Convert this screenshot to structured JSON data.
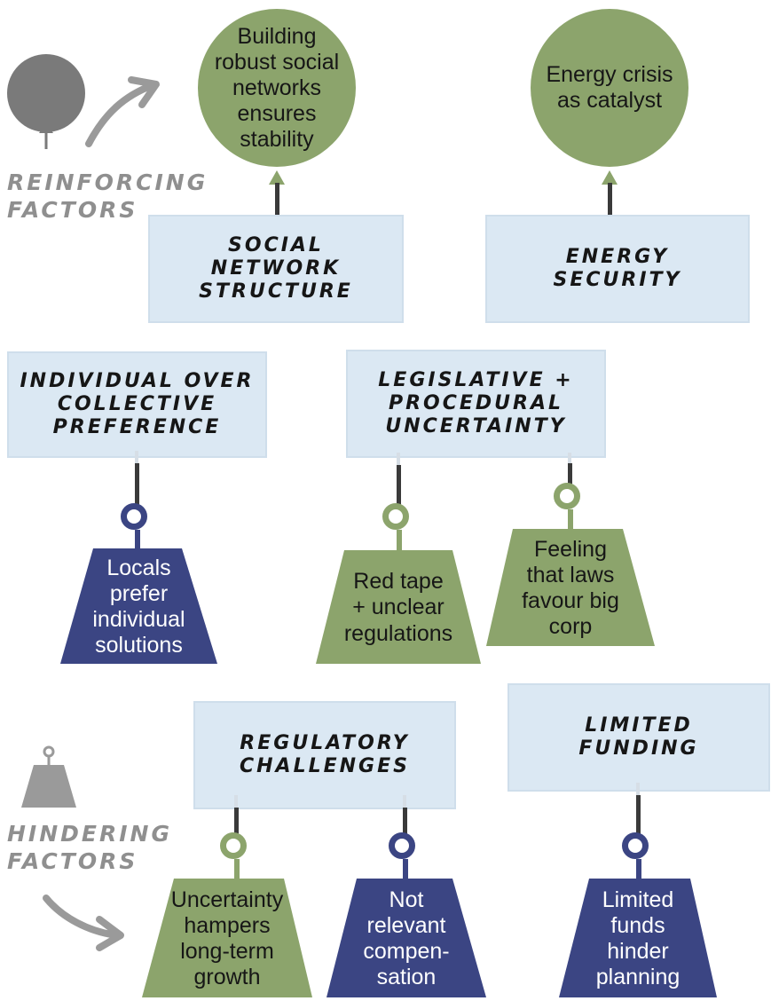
{
  "legend": {
    "reinforcing": {
      "line1": "REINFORCING",
      "line2": "FACTORS"
    },
    "hindering": {
      "line1": "HINDERING",
      "line2": "FACTORS"
    }
  },
  "reinforcing": [
    {
      "panel": [
        "SOCIAL",
        "NETWORK",
        "STRUCTURE"
      ],
      "balloon": [
        "Building",
        "robust social",
        "networks",
        "ensures",
        "stability"
      ]
    },
    {
      "panel": [
        "ENERGY",
        "SECURITY"
      ],
      "balloon": [
        "Energy crisis",
        "as catalyst"
      ]
    }
  ],
  "hindering_upper": [
    {
      "panel": [
        "INDIVIDUAL OVER",
        "COLLECTIVE",
        "PREFERENCE"
      ],
      "weights": [
        {
          "text": [
            "Locals",
            "prefer",
            "individual",
            "solutions"
          ],
          "color": "navy"
        }
      ]
    },
    {
      "panel": [
        "LEGISLATIVE +",
        "PROCEDURAL",
        "UNCERTAINTY"
      ],
      "weights": [
        {
          "text": [
            "Red tape",
            "+ unclear",
            "regulations"
          ],
          "color": "green"
        },
        {
          "text": [
            "Feeling",
            "that laws",
            "favour big",
            "corp"
          ],
          "color": "green"
        }
      ]
    }
  ],
  "hindering_lower": [
    {
      "panel": [
        "REGULATORY",
        "CHALLENGES"
      ],
      "weights": [
        {
          "text": [
            "Uncertainty",
            "hampers",
            "long-term",
            "growth"
          ],
          "color": "green"
        },
        {
          "text": [
            "Not",
            "relevant",
            "compen-",
            "sation"
          ],
          "color": "navy"
        }
      ]
    },
    {
      "panel": [
        "LIMITED",
        "FUNDING"
      ],
      "weights": [
        {
          "text": [
            "Limited",
            "funds",
            "hinder",
            "planning"
          ],
          "color": "navy"
        }
      ]
    }
  ],
  "colors": {
    "green": "#8ca46c",
    "navy": "#3b4583",
    "panel": "#dbe8f3",
    "legend_grey": "#9a9a9a"
  }
}
